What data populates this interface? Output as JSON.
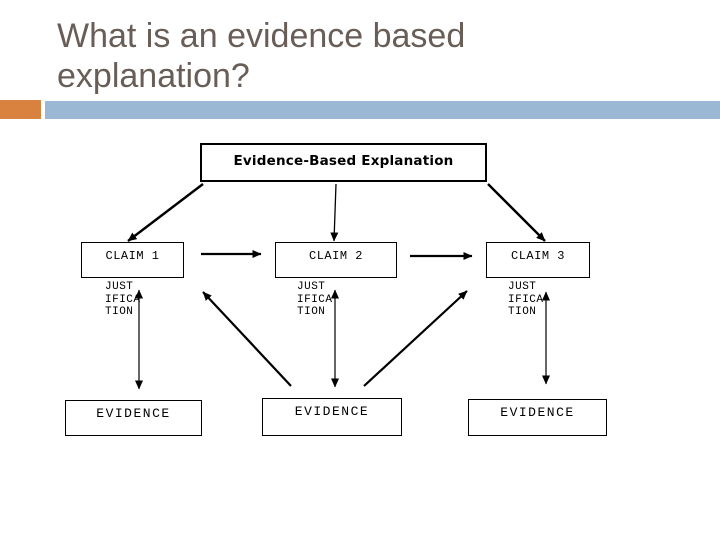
{
  "slide": {
    "title_line1": "What is an evidence based",
    "title_line2": "explanation?",
    "colors": {
      "accent_orange": "#d9823f",
      "accent_blue": "#9ab7d3",
      "title_text": "#695e57"
    }
  },
  "diagram": {
    "root_label": "Evidence-Based Explanation",
    "claims": [
      {
        "label": "CLAIM 1",
        "justification": "JUST\nIFICA\nTION",
        "evidence": "EVIDENCE"
      },
      {
        "label": "CLAIM 2",
        "justification": "JUST\nIFICA\nTION",
        "evidence": "EVIDENCE"
      },
      {
        "label": "CLAIM 3",
        "justification": "JUST\nIFICA\nTION",
        "evidence": "EVIDENCE"
      }
    ]
  }
}
